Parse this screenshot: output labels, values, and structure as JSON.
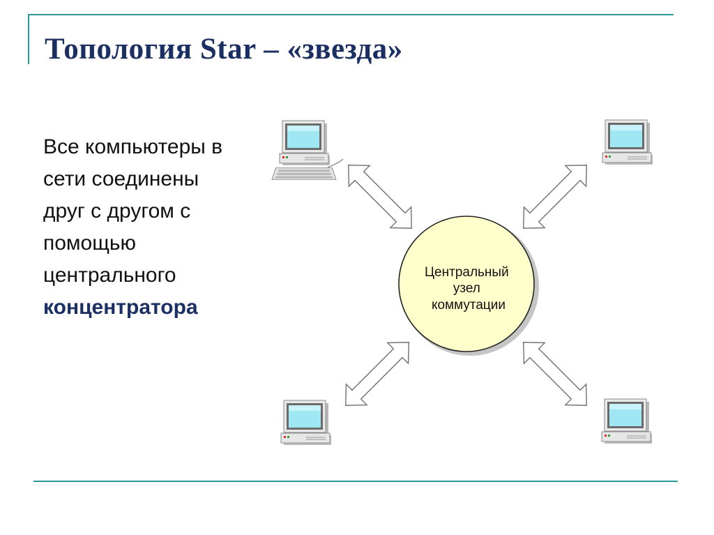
{
  "slide": {
    "title": "Топология Star – «звезда»",
    "description_lines": [
      "Все компьютеры в",
      "сети соединены",
      "друг с другом с",
      "помощью",
      "центрального"
    ],
    "description_accent": "концентратора"
  },
  "diagram": {
    "hub_label_lines": [
      "Центральный",
      "узел",
      "коммутации"
    ],
    "nodes": [
      {
        "id": "top-left",
        "icon": "desktop-computer-with-keyboard-icon"
      },
      {
        "id": "top-right",
        "icon": "desktop-computer-icon"
      },
      {
        "id": "bottom-left",
        "icon": "desktop-computer-icon"
      },
      {
        "id": "bottom-right",
        "icon": "desktop-computer-icon"
      }
    ],
    "links": [
      {
        "from": "top-left",
        "to": "hub",
        "icon": "double-arrow-icon"
      },
      {
        "from": "top-right",
        "to": "hub",
        "icon": "double-arrow-icon"
      },
      {
        "from": "bottom-left",
        "to": "hub",
        "icon": "double-arrow-icon"
      },
      {
        "from": "bottom-right",
        "to": "hub",
        "icon": "double-arrow-icon"
      }
    ],
    "colors": {
      "hub_fill": "#ffffcc",
      "screen": "#9fe7f3",
      "accent_text": "#1b2f63",
      "rule": "#2b9a97"
    }
  }
}
